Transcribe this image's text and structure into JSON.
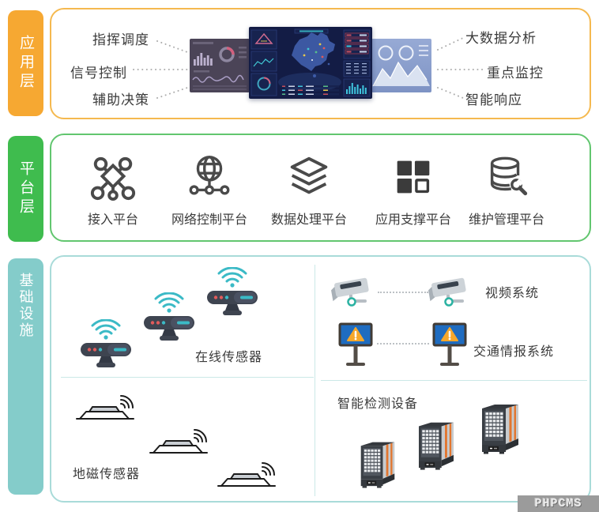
{
  "application": {
    "tag": "应用层",
    "left_items": [
      "指挥调度",
      "信号控制",
      "辅助决策"
    ],
    "right_items": [
      "大数据分析",
      "重点监控",
      "智能响应"
    ]
  },
  "platform": {
    "tag": "平台层",
    "items": [
      {
        "label": "接入平台",
        "icon": "network-nodes-icon"
      },
      {
        "label": "网络控制平台",
        "icon": "globe-network-icon"
      },
      {
        "label": "数据处理平台",
        "icon": "stacked-layers-icon"
      },
      {
        "label": "应用支撑平台",
        "icon": "app-grid-icon"
      },
      {
        "label": "维护管理平台",
        "icon": "database-wrench-icon"
      }
    ]
  },
  "infrastructure": {
    "tag": "基础设施",
    "groups": {
      "online_sensors": "在线传感器",
      "video_system": "视频系统",
      "traffic_info_system": "交通情报系统",
      "geomagnetic_sensors": "地磁传感器",
      "smart_detection": "智能检测设备"
    }
  },
  "watermark": "PHPCMS",
  "colors": {
    "application_accent": "#F6A832",
    "platform_accent": "#3FBC4E",
    "infrastructure_accent": "#84CCCA",
    "sensor_teal": "#3BBAC6",
    "alert_orange": "#F6A72A",
    "sign_blue": "#1F6CC0"
  }
}
